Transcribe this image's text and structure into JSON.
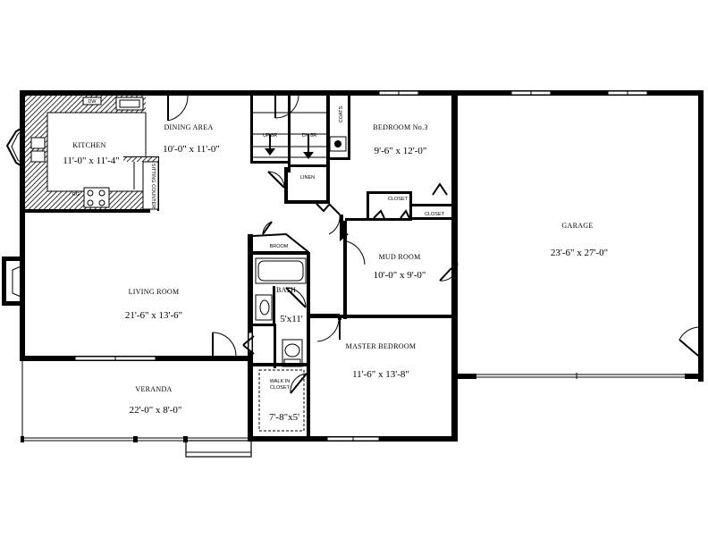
{
  "rooms": {
    "kitchen": {
      "name": "KITCHEN",
      "dim": "11'-0\" x 11'-4\""
    },
    "dining": {
      "name": "DINING AREA",
      "dim": "10'-0\" x 11'-0\""
    },
    "bedroom3": {
      "name": "BEDROOM No.3",
      "dim": "9'-6\" x 12'-0\""
    },
    "garage": {
      "name": "GARAGE",
      "dim": "23'-6\" x 27'-0\""
    },
    "living": {
      "name": "LIVING ROOM",
      "dim": "21'-6\" x 13'-6\""
    },
    "mud": {
      "name": "MUD ROOM",
      "dim": "10'-0\" x 9'-0\""
    },
    "master": {
      "name": "MASTER BEDROOM",
      "dim": "11'-6\" x 13'-8\""
    },
    "veranda": {
      "name": "VERANDA",
      "dim": "22'-0\" x 8'-0\""
    },
    "bath": {
      "name": "BATH",
      "dim": "5'x11'"
    },
    "walkin": {
      "name_line1": "WALK IN",
      "name_line2": "CLOSET",
      "dim": "7'-8\"x5'"
    }
  },
  "labels": {
    "linen": "LINEN",
    "broom": "BROOM",
    "closet_a": "CLOSET",
    "closet_b": "CLOSET",
    "coats": "COATS",
    "up": "UP 8R",
    "dn": "DN 8R",
    "counter": "SITTING COUNTER",
    "rg": "RG",
    "sink_label": "DW"
  }
}
